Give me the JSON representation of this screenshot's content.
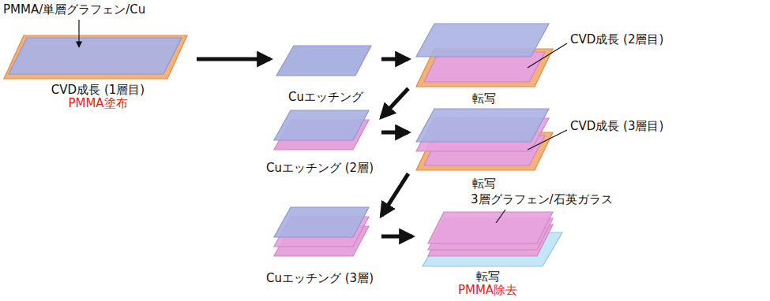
{
  "diagram": {
    "nodes": [
      {
        "text": [
          "CVD成長 (1層目)",
          "PMMA塗布"
        ]
      },
      {
        "text": [
          "Cuエッチング"
        ]
      },
      {
        "text": [
          "転写"
        ]
      },
      {
        "text": [
          "Cuエッチング (2層)"
        ]
      },
      {
        "text": [
          "転写"
        ]
      },
      {
        "text": [
          "Cuエッチング (3層)"
        ]
      },
      {
        "text": [
          "転写",
          "PMMA除去"
        ]
      }
    ],
    "edges": [
      {
        "from": 0,
        "to": 1,
        "arrow": "to"
      },
      {
        "from": 1,
        "to": 2,
        "arrow": "to"
      },
      {
        "from": 2,
        "to": 3,
        "arrow": "to"
      },
      {
        "from": 3,
        "to": 4,
        "arrow": "to"
      },
      {
        "from": 4,
        "to": 5,
        "arrow": "to"
      },
      {
        "from": 5,
        "to": 6,
        "arrow": "to"
      }
    ],
    "labels": [
      "PMMA/単層グラフェン/Cu",
      "CVD成長 (2層目)",
      "CVD成長 (3層目)",
      "3層グラフェン/石英ガラス"
    ]
  }
}
